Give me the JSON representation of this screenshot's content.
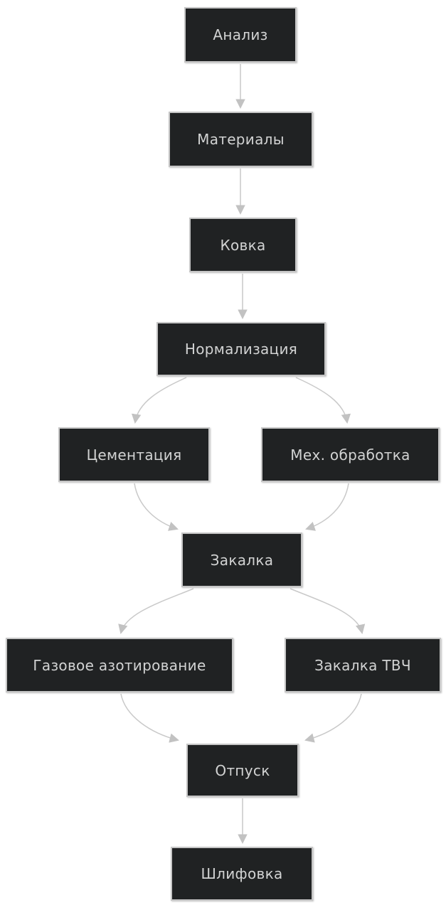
{
  "diagram": {
    "type": "flowchart",
    "direction": "top-down",
    "colors": {
      "background": "#ffffff",
      "node_fill": "#202223",
      "node_border": "#c6c6c6",
      "node_text": "#d2d3d3",
      "edge": "#c9c9c9",
      "arrowhead": "#c2c2c2"
    },
    "nodes": [
      {
        "id": "analiz",
        "label": "Анализ"
      },
      {
        "id": "materialy",
        "label": "Материалы"
      },
      {
        "id": "kovka",
        "label": "Ковка"
      },
      {
        "id": "normalizaciya",
        "label": "Нормализация"
      },
      {
        "id": "cementaciya",
        "label": "Цементация"
      },
      {
        "id": "mekh",
        "label": "Мех. обработка"
      },
      {
        "id": "zakalka",
        "label": "Закалка"
      },
      {
        "id": "gaz",
        "label": "Газовое азотирование"
      },
      {
        "id": "tvch",
        "label": "Закалка ТВЧ"
      },
      {
        "id": "otpusk",
        "label": "Отпуск"
      },
      {
        "id": "shlifovka",
        "label": "Шлифовка"
      }
    ],
    "edges": [
      {
        "from": "analiz",
        "to": "materialy"
      },
      {
        "from": "materialy",
        "to": "kovka"
      },
      {
        "from": "kovka",
        "to": "normalizaciya"
      },
      {
        "from": "normalizaciya",
        "to": "cementaciya"
      },
      {
        "from": "normalizaciya",
        "to": "mekh"
      },
      {
        "from": "cementaciya",
        "to": "zakalka"
      },
      {
        "from": "mekh",
        "to": "zakalka"
      },
      {
        "from": "zakalka",
        "to": "gaz"
      },
      {
        "from": "zakalka",
        "to": "tvch"
      },
      {
        "from": "gaz",
        "to": "otpusk"
      },
      {
        "from": "tvch",
        "to": "otpusk"
      },
      {
        "from": "otpusk",
        "to": "shlifovka"
      }
    ]
  }
}
